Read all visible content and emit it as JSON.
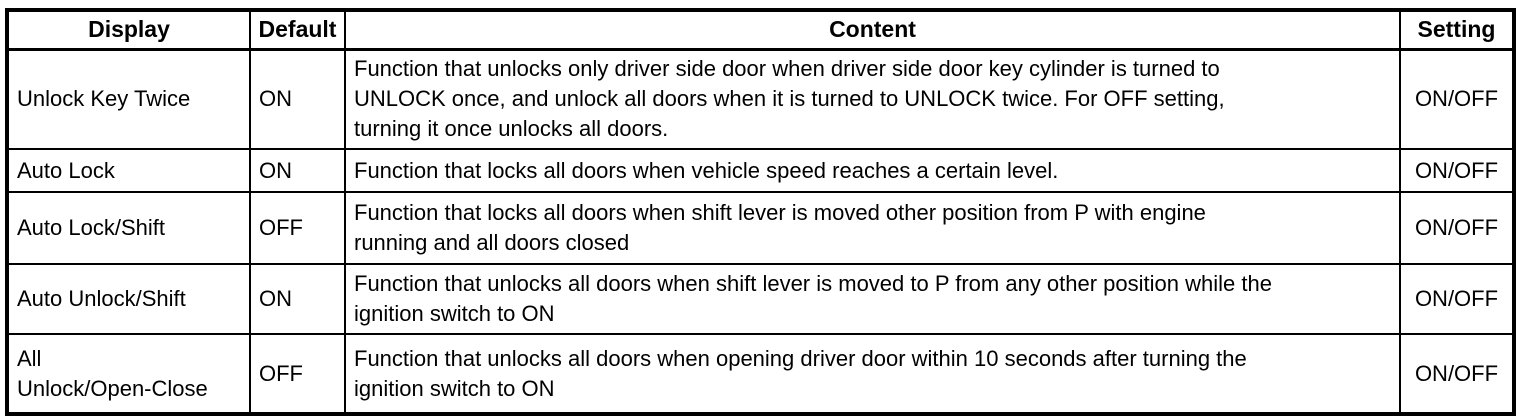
{
  "table": {
    "headers": [
      "Display",
      "Default",
      "Content",
      "Setting"
    ],
    "rows": [
      {
        "display": "Unlock Key Twice",
        "default": "ON",
        "content": "Function that unlocks only driver side door when driver side door key cylinder is turned to\nUNLOCK once, and unlock all doors when it is turned to UNLOCK twice. For OFF setting,\nturning it once unlocks all doors.",
        "setting": "ON/OFF"
      },
      {
        "display": "Auto Lock",
        "default": "ON",
        "content": "Function that locks all doors when vehicle speed reaches a certain level.",
        "setting": "ON/OFF"
      },
      {
        "display": "Auto Lock/Shift",
        "default": "OFF",
        "content": "Function that locks all doors when shift lever is moved other position from P with engine\nrunning and all doors closed",
        "setting": "ON/OFF"
      },
      {
        "display": "Auto Unlock/Shift",
        "default": "ON",
        "content": "Function that unlocks all doors when shift lever is moved to P from any other position while the\nignition switch to ON",
        "setting": "ON/OFF"
      },
      {
        "display": "All\nUnlock/Open-Close",
        "default": "OFF",
        "content": "Function that unlocks all doors when opening driver door within 10 seconds after turning the\nignition switch to ON",
        "setting": "ON/OFF"
      }
    ]
  }
}
